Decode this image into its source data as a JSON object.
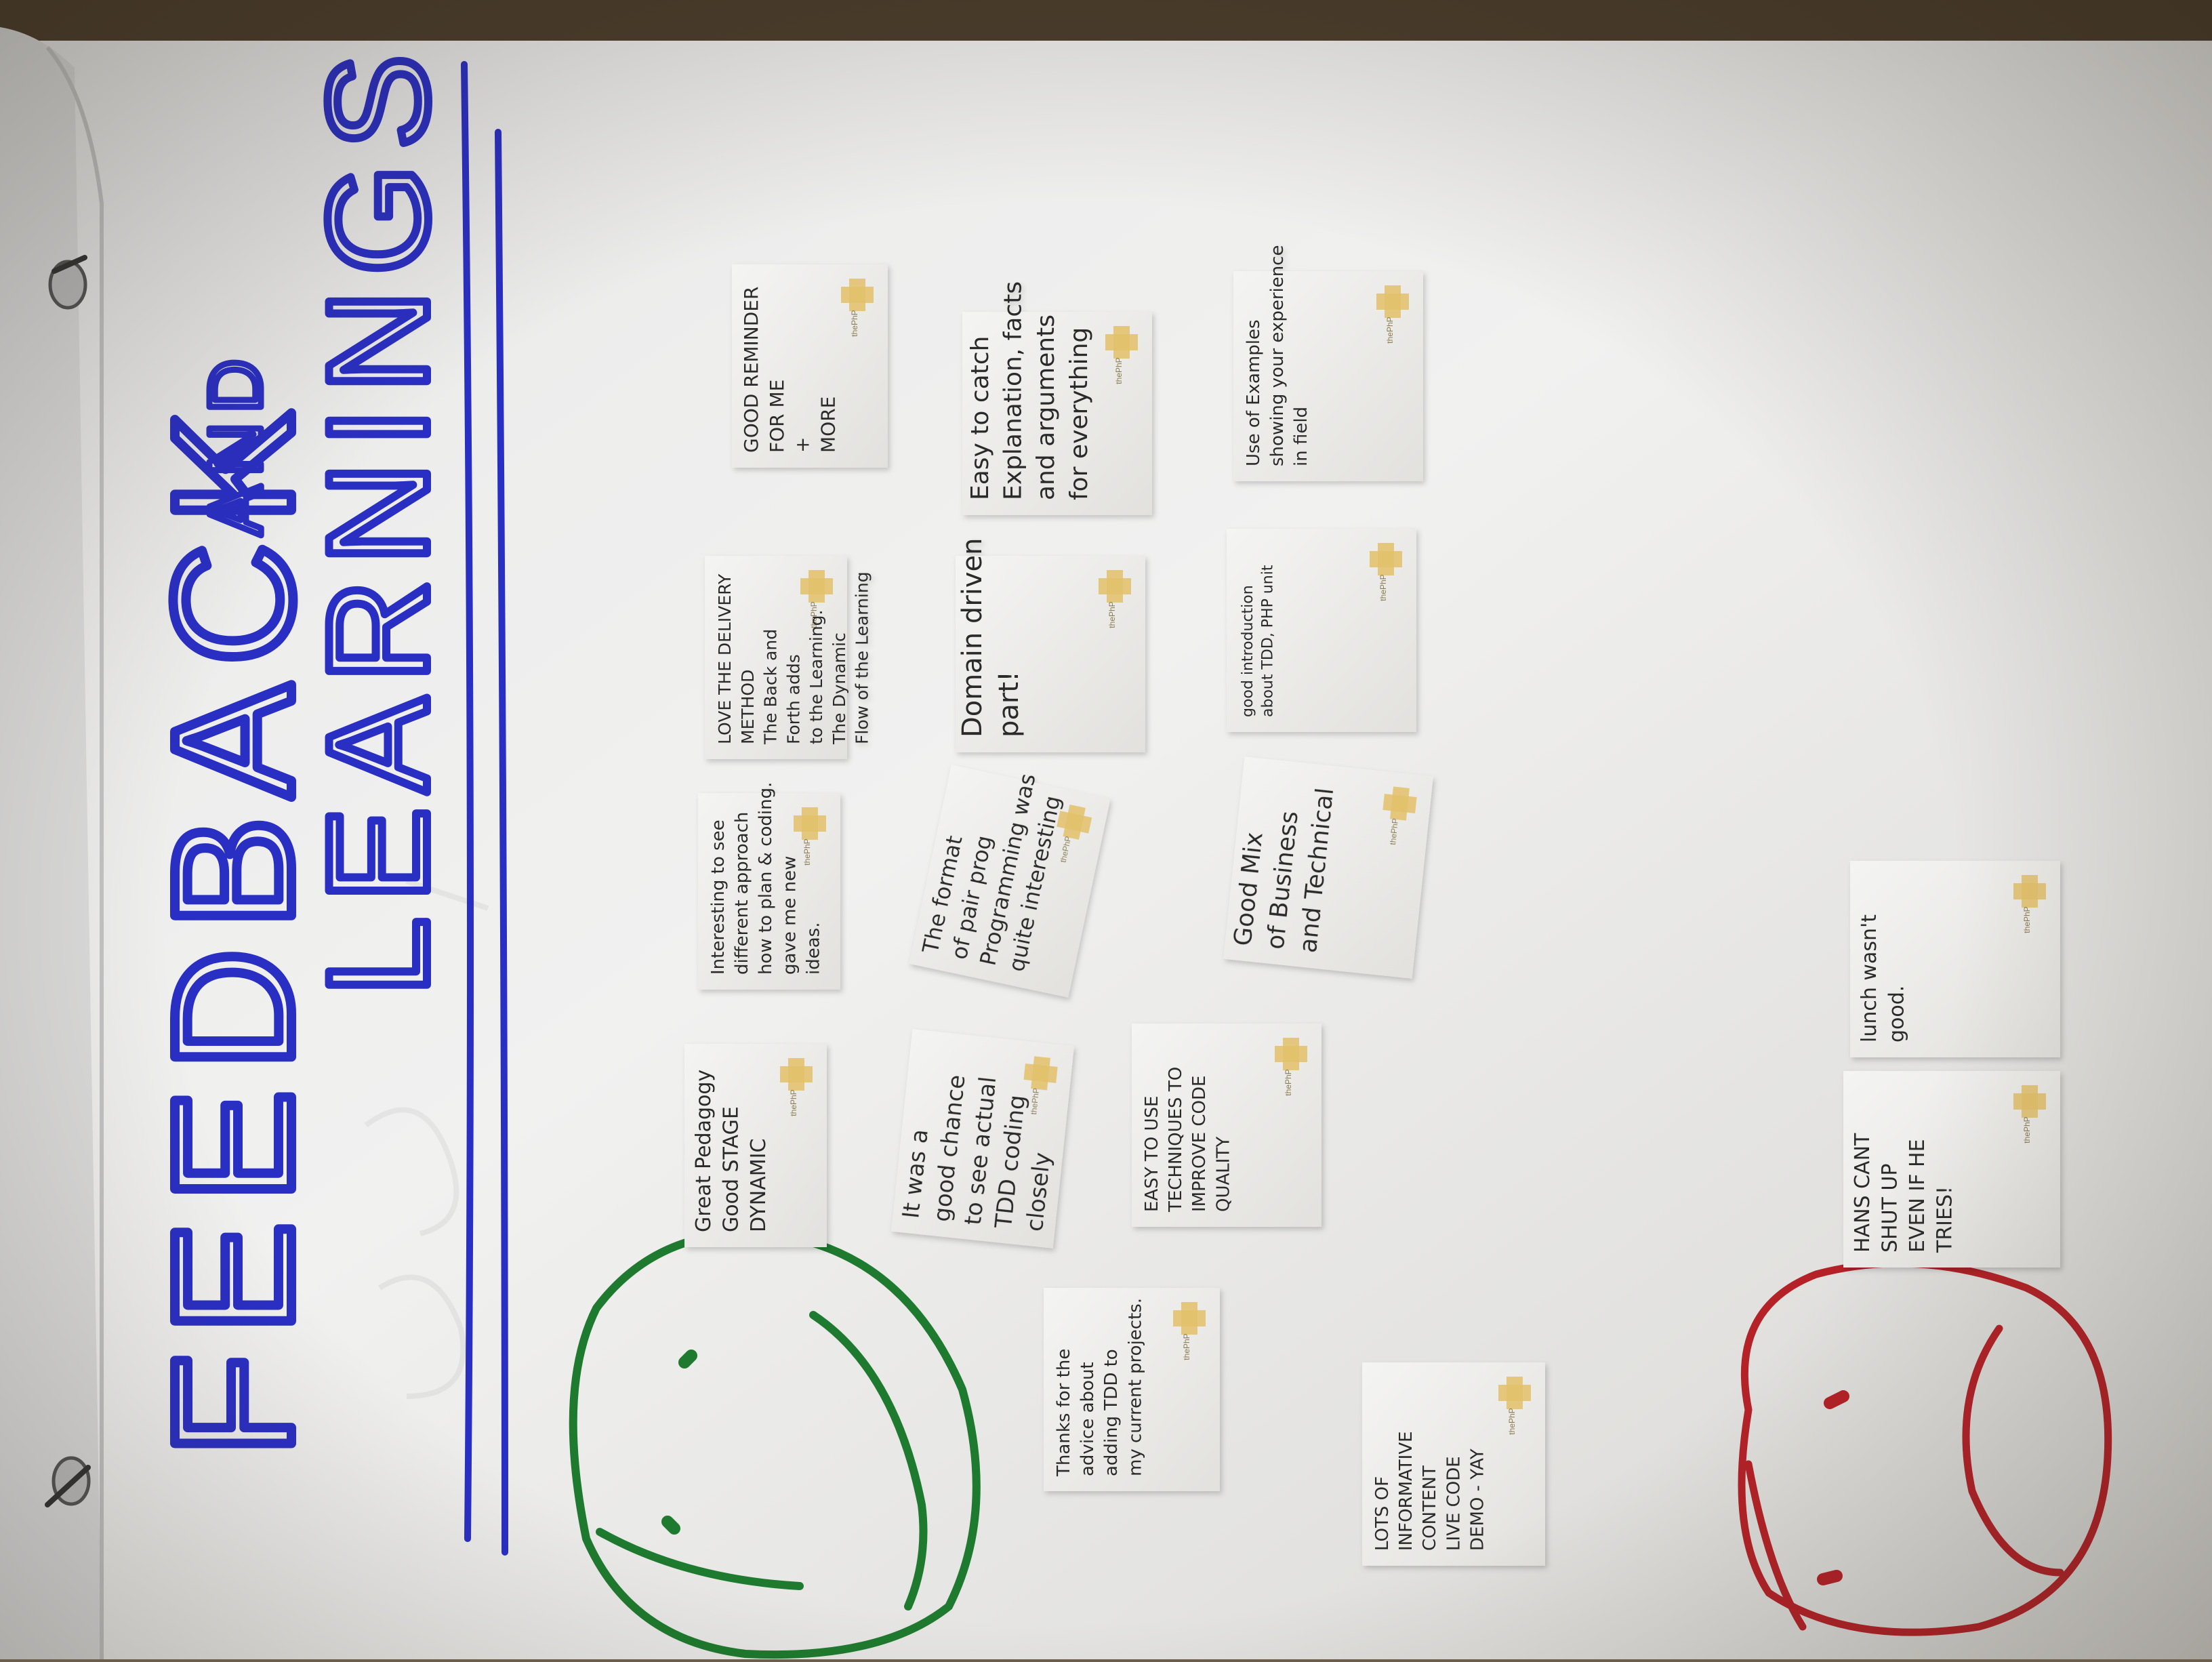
{
  "title": {
    "feedback": "FEEDBACK",
    "and": "AND",
    "learnings": "LEARNINGS",
    "color": "#2a2fc4"
  },
  "faces": {
    "happy_color": "#1e7a2e",
    "sad_color": "#b42228"
  },
  "logo_text": "thePhP",
  "notes": [
    {
      "id": "great-pedagogy",
      "rot": -90,
      "lines": [
        "Great Pedagogy",
        "Good STAGE",
        "DYNAMIC"
      ]
    },
    {
      "id": "interesting-approach",
      "rot": -90,
      "lines": [
        "Interesting to see",
        "different approach",
        "how to plan & coding.",
        "gave me new",
        "ideas."
      ]
    },
    {
      "id": "love-delivery",
      "rot": -90,
      "lines": [
        "LOVE THE DELIVERY",
        "METHOD",
        "The Back and",
        "Forth adds",
        "to the Learning.",
        "The Dynamic",
        "Flow of the Learning"
      ]
    },
    {
      "id": "good-reminder",
      "rot": -90,
      "lines": [
        "GOOD REMINDER",
        "FOR ME",
        "+",
        "MORE"
      ]
    },
    {
      "id": "real-tdd",
      "rot": -84,
      "lines": [
        "It was a",
        "good chance",
        "to see actual",
        "TDD coding",
        "closely"
      ]
    },
    {
      "id": "pair-prog",
      "rot": -78,
      "lines": [
        "The format",
        "of pair prog",
        "Programming was",
        "quite interesting"
      ]
    },
    {
      "id": "domain-driven",
      "rot": -90,
      "lines": [
        "Domain driven",
        "part!"
      ]
    },
    {
      "id": "easy-to-catch",
      "rot": -90,
      "lines": [
        "Easy to catch",
        "Explanation, facts",
        "and arguments",
        "for everything"
      ]
    },
    {
      "id": "thanks-advice",
      "rot": -90,
      "lines": [
        "Thanks for the",
        "advice about",
        "adding TDD to",
        "my current projects."
      ]
    },
    {
      "id": "easy-to-use",
      "rot": -90,
      "lines": [
        "EASY TO USE",
        "TECHNIQUES TO",
        "IMPROVE CODE",
        "QUALITY"
      ]
    },
    {
      "id": "good-mix",
      "rot": -84,
      "lines": [
        "Good Mix",
        "of Business",
        "and Technical"
      ]
    },
    {
      "id": "good-intro",
      "rot": -90,
      "lines": [
        "good introduction",
        "about TDD, PHP unit"
      ]
    },
    {
      "id": "use-of-examples",
      "rot": -90,
      "lines": [
        "Use of Examples",
        "showing your experience",
        "in field"
      ]
    },
    {
      "id": "lots-of-content",
      "rot": -90,
      "lines": [
        "LOTS OF",
        "INFORMATIVE",
        "CONTENT",
        "LIVE CODE",
        "DEMO - YAY"
      ]
    },
    {
      "id": "lunch",
      "rot": -90,
      "lines": [
        "lunch wasn't",
        "good."
      ]
    },
    {
      "id": "hans-cant",
      "rot": -90,
      "lines": [
        "HANS CANT",
        "SHUT UP",
        "EVEN IF HE",
        "TRIES!"
      ]
    }
  ]
}
